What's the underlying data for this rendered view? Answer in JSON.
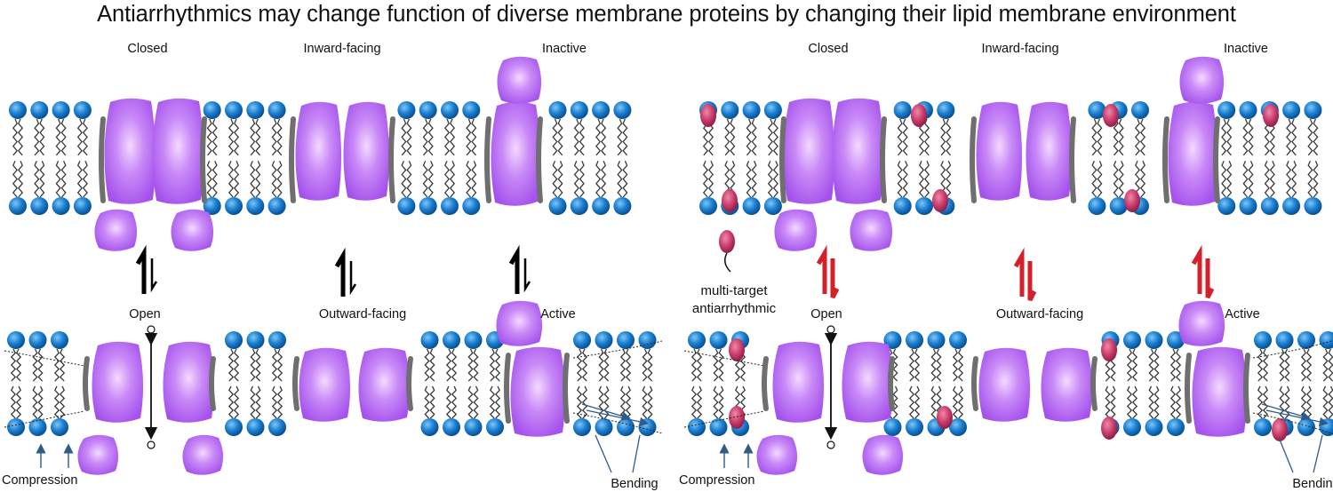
{
  "title": "Antiarrhythmics may change function of diverse membrane proteins by changing their lipid membrane environment",
  "panels": [
    {
      "id": "left",
      "top_states": [
        "Closed",
        "Inward-facing",
        "Inactive"
      ],
      "bottom_states": [
        "Open",
        "Outward-facing",
        "Active"
      ],
      "annotations": {
        "compression": "Compression",
        "bending": "Bending"
      },
      "equilibrium_arrow_color": "#000000"
    },
    {
      "id": "right",
      "top_states": [
        "Closed",
        "Inward-facing",
        "Inactive"
      ],
      "bottom_states": [
        "Open",
        "Outward-facing",
        "Active"
      ],
      "annotations": {
        "compression": "Compression",
        "bending": "Bending"
      },
      "drug_label": "multi-target antiarrhythmic",
      "equilibrium_arrow_color": "#d51f2a"
    }
  ],
  "colors": {
    "protein": "#b361f2",
    "lipid_head": "#1878c9",
    "lipid_tail": "#3a3a3a",
    "drug": "#c83a6a",
    "annotation_arrow": "#2e5b8a"
  }
}
